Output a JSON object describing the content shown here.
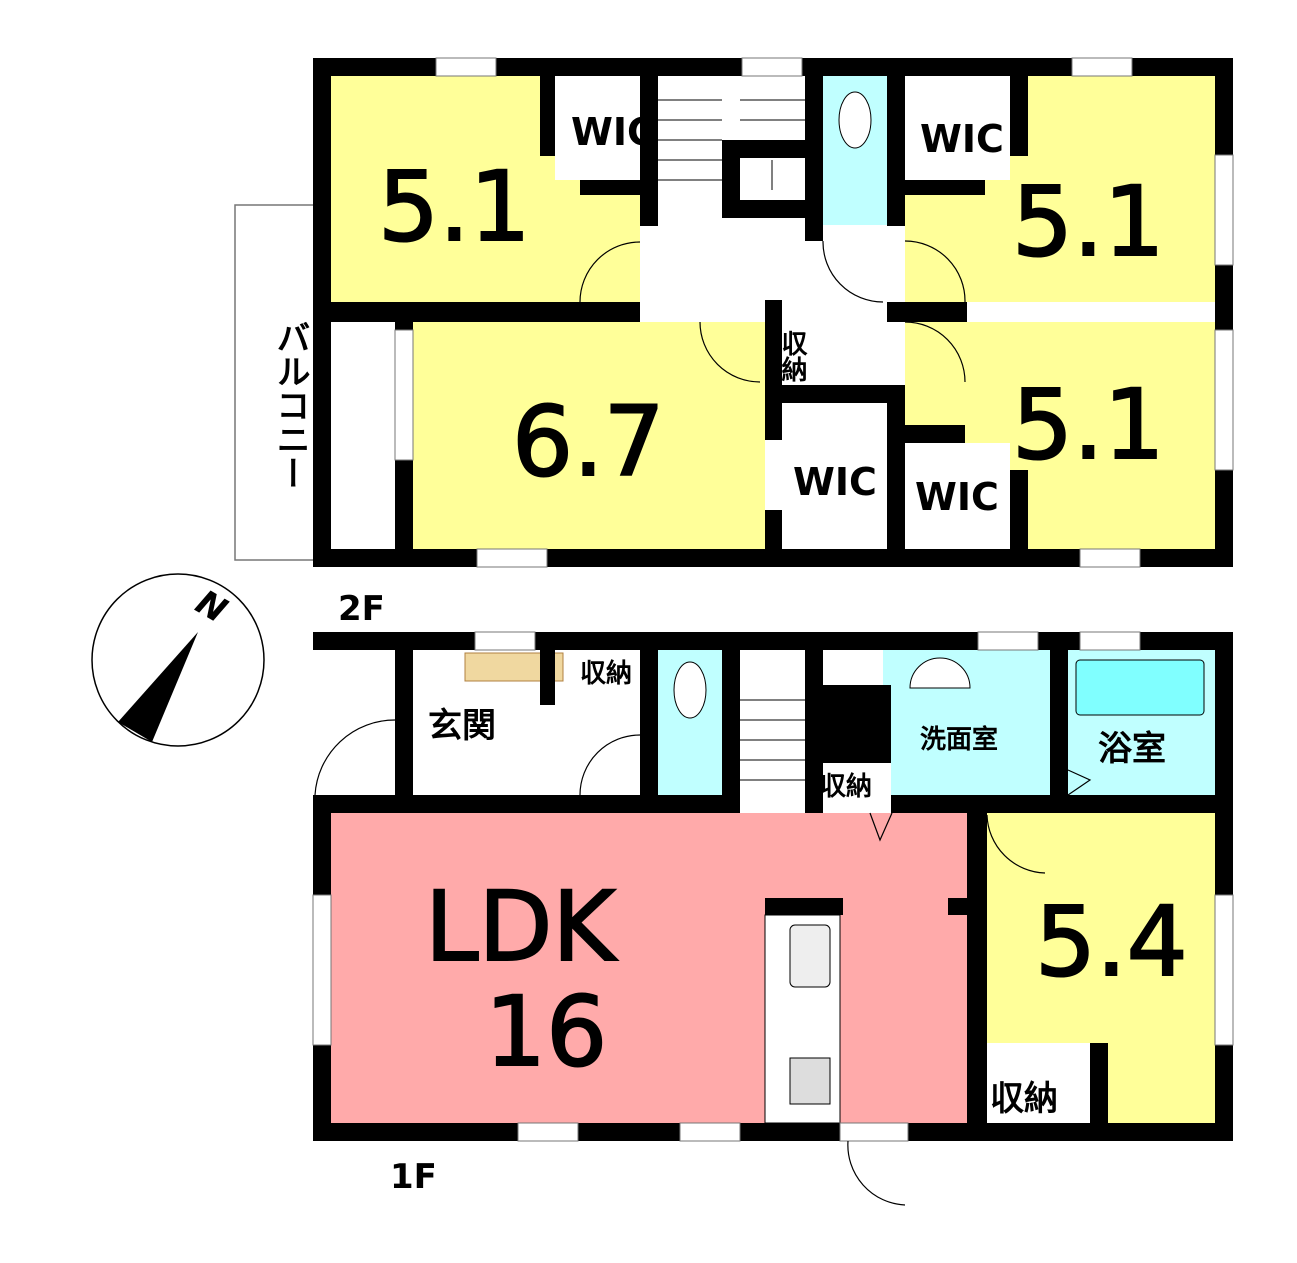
{
  "colors": {
    "bedroom": "#ffff99",
    "wet": "#c0ffff",
    "bathtub": "#80ffff",
    "ldk": "#ffaaaa",
    "wall": "#000000"
  },
  "floor2": {
    "label": "2F",
    "rooms": {
      "nw": "5.1",
      "ne": "5.1",
      "center": "6.7",
      "se": "5.1"
    },
    "wic_nw": "WIC",
    "wic_ne": "WIC",
    "wic_center": "WIC",
    "wic_se": "WIC",
    "storage": "収納",
    "balcony": "バルコニー"
  },
  "floor1": {
    "label": "1F",
    "ldk": "LDK",
    "ldk_size": "16",
    "room": "5.4",
    "entrance": "玄関",
    "storage_entrance": "収納",
    "storage_hall": "収納",
    "storage_room": "収納",
    "washroom": "洗面室",
    "bathroom": "浴室"
  },
  "compass": {
    "north": "N"
  }
}
